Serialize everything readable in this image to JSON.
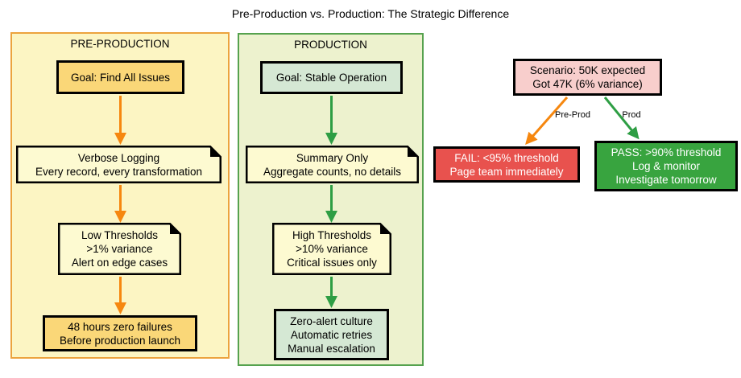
{
  "title": "Pre-Production vs. Production: The Strategic Difference",
  "preprod": {
    "label": "PRE-PRODUCTION",
    "goal": "Goal: Find All Issues",
    "logging": [
      "Verbose Logging",
      "Every record, every transformation"
    ],
    "thresholds": [
      "Low Thresholds",
      ">1% variance",
      "Alert on edge cases"
    ],
    "exit_criteria": [
      "48 hours zero failures",
      "Before production launch"
    ]
  },
  "prod": {
    "label": "PRODUCTION",
    "goal": "Goal: Stable Operation",
    "logging": [
      "Summary Only",
      "Aggregate counts, no details"
    ],
    "thresholds": [
      "High Thresholds",
      ">10% variance",
      "Critical issues only"
    ],
    "culture": [
      "Zero-alert culture",
      "Automatic retries",
      "Manual escalation"
    ]
  },
  "scenario": {
    "summary": [
      "Scenario: 50K expected",
      "Got 47K (6% variance)"
    ],
    "edges": {
      "preprod_label": "Pre-Prod",
      "prod_label": "Prod"
    },
    "fail": [
      "FAIL: <95% threshold",
      "Page team immediately"
    ],
    "pass": [
      "PASS: >90% threshold",
      "Log & monitor",
      "Investigate tomorrow"
    ]
  },
  "colors": {
    "preprod_container_fill": "#FCF5C3",
    "preprod_container_border": "#ECA33E",
    "prod_container_fill": "#EDF2CE",
    "prod_container_border": "#56A24E",
    "gold_node_fill": "#FAD778",
    "mint_node_fill": "#D5E8D4",
    "note_fill": "#FDFAD1",
    "scenario_fill": "#F8CECC",
    "fail_fill": "#E8524E",
    "pass_fill": "#38A43F",
    "arrow_orange": "#F6870F",
    "arrow_green": "#2E9E44"
  }
}
